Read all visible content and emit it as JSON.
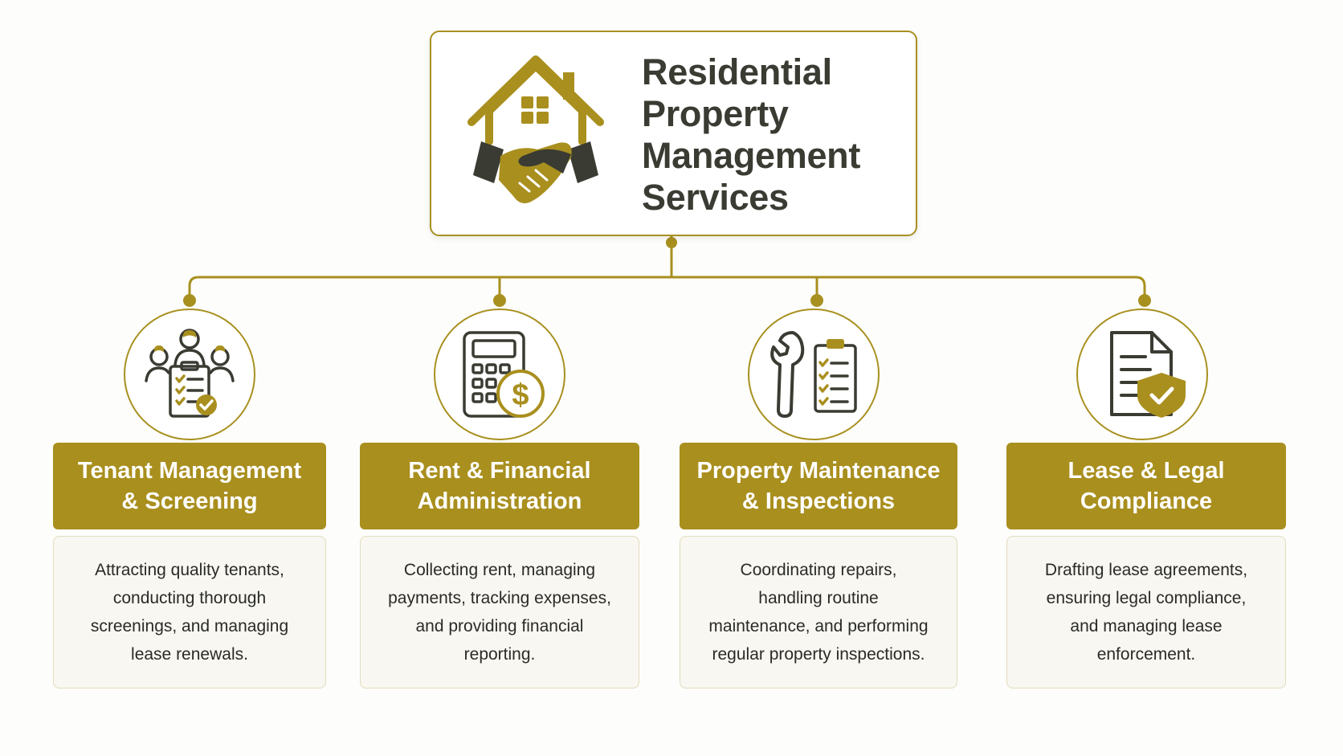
{
  "title": {
    "line1": "Residential",
    "line2": "Property",
    "line3": "Management",
    "line4": "Services"
  },
  "colors": {
    "gold": "#a98f1e",
    "dark": "#3a3b32",
    "desc_background": "#f8f7f1"
  },
  "categories": [
    {
      "icon": "tenant-screening-icon",
      "header_line1": "Tenant Management",
      "header_line2": "& Screening",
      "description": "Attracting quality tenants, conducting thorough screenings, and managing lease renewals."
    },
    {
      "icon": "calculator-dollar-icon",
      "header_line1": "Rent & Financial",
      "header_line2": "Administration",
      "description": "Collecting rent, managing payments, tracking expenses, and providing financial reporting."
    },
    {
      "icon": "wrench-checklist-icon",
      "header_line1": "Property Maintenance",
      "header_line2": "& Inspections",
      "description": "Coordinating repairs, handling routine maintenance, and performing regular property inspections."
    },
    {
      "icon": "document-shield-icon",
      "header_line1": "Lease & Legal",
      "header_line2": "Compliance",
      "description": "Drafting lease agreements, ensuring legal compliance, and managing lease enforcement."
    }
  ]
}
